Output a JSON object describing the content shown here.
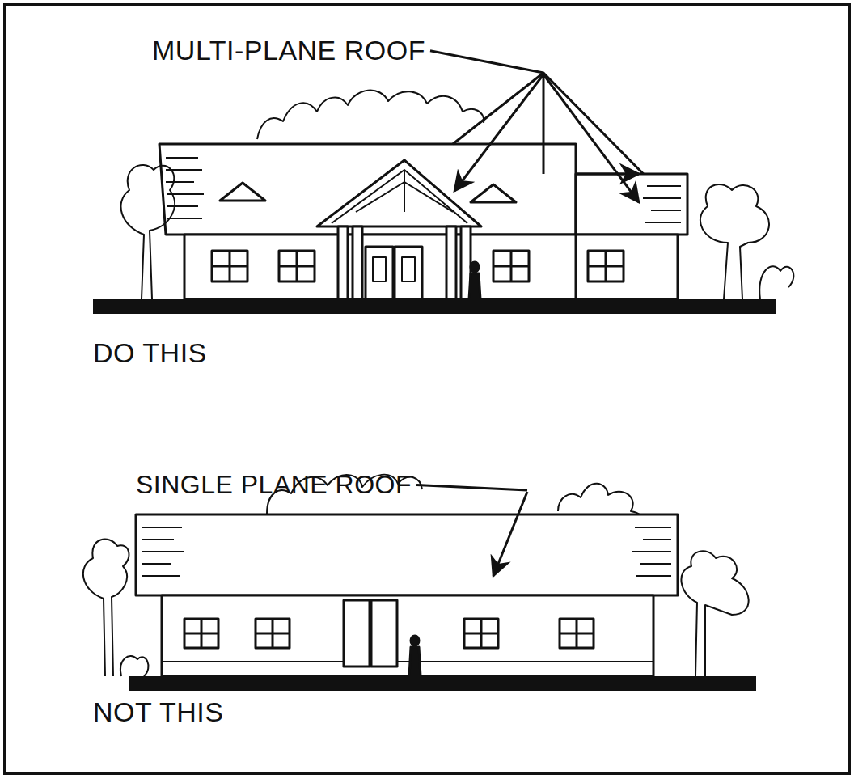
{
  "diagram": {
    "labels": [
      "MULTI-PLANE ROOF",
      "DO THIS",
      "SINGLE PLANE ROOF",
      "NOT THIS"
    ]
  }
}
